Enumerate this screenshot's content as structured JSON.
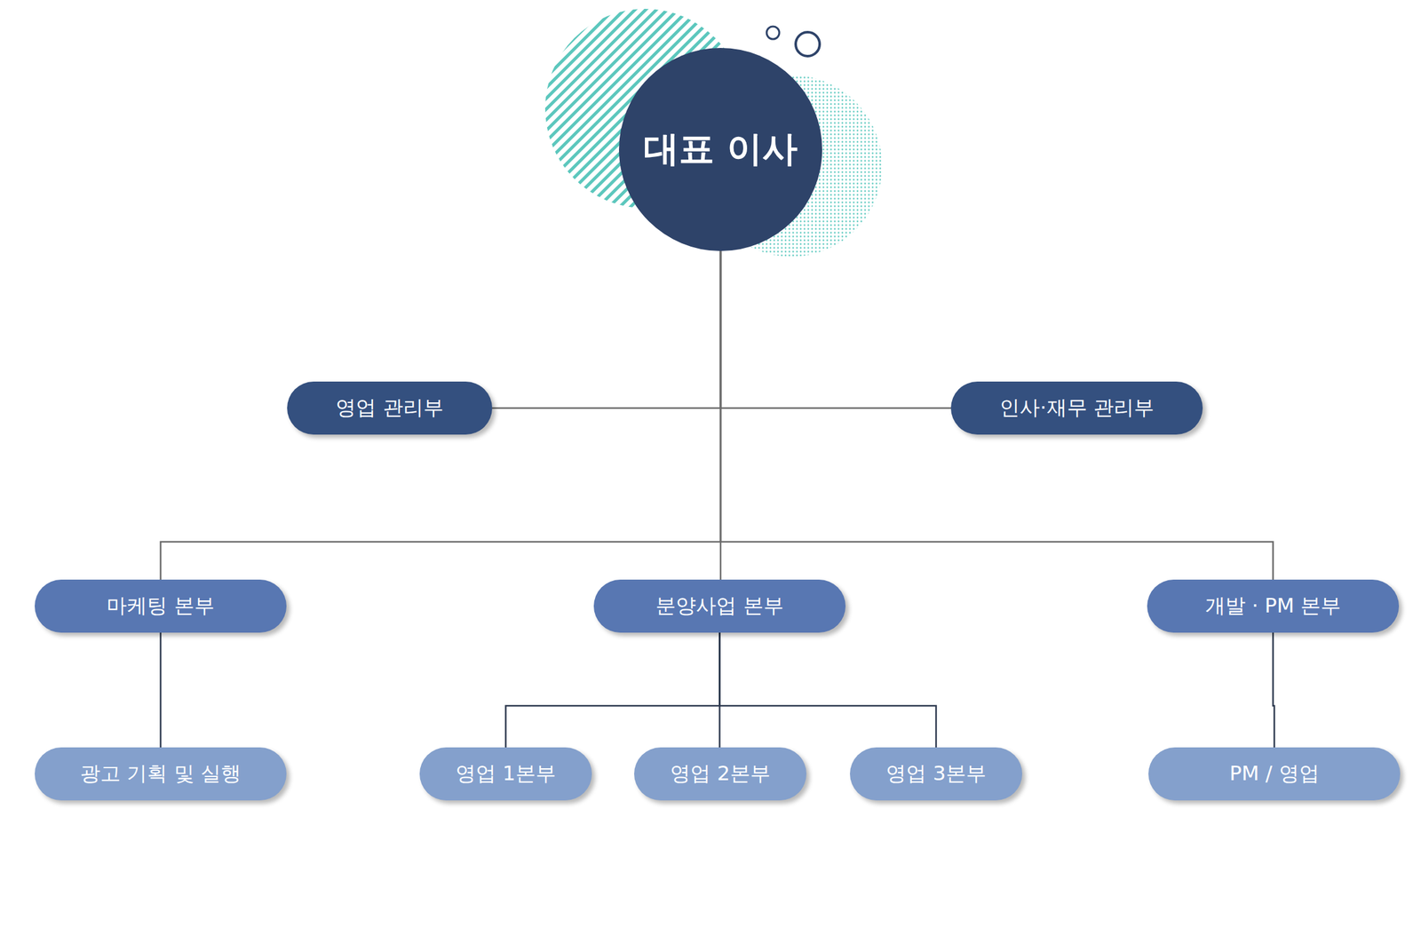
{
  "diagram": {
    "nodes": [
      {
        "text": [
          "대표 이사"
        ]
      },
      {
        "text": [
          "영업 관리부"
        ]
      },
      {
        "text": [
          "인사·재무 관리부"
        ]
      },
      {
        "text": [
          "마케팅 본부"
        ]
      },
      {
        "text": [
          "분양사업 본부"
        ]
      },
      {
        "text": [
          "개발 · PM 본부"
        ]
      },
      {
        "text": [
          "광고 기획 및 실행"
        ]
      },
      {
        "text": [
          "영업 1본부"
        ]
      },
      {
        "text": [
          "영업 2본부"
        ]
      },
      {
        "text": [
          "영업 3본부"
        ]
      },
      {
        "text": [
          "PM / 영업"
        ]
      }
    ],
    "edges": [
      {
        "from": 0,
        "to": 1,
        "arrow": "none"
      },
      {
        "from": 0,
        "to": 2,
        "arrow": "none"
      },
      {
        "from": 0,
        "to": 3,
        "arrow": "none"
      },
      {
        "from": 0,
        "to": 4,
        "arrow": "none"
      },
      {
        "from": 0,
        "to": 5,
        "arrow": "none"
      },
      {
        "from": 3,
        "to": 6,
        "arrow": "none"
      },
      {
        "from": 4,
        "to": 7,
        "arrow": "none"
      },
      {
        "from": 4,
        "to": 8,
        "arrow": "none"
      },
      {
        "from": 4,
        "to": 9,
        "arrow": "none"
      },
      {
        "from": 5,
        "to": 10,
        "arrow": "none"
      }
    ]
  }
}
